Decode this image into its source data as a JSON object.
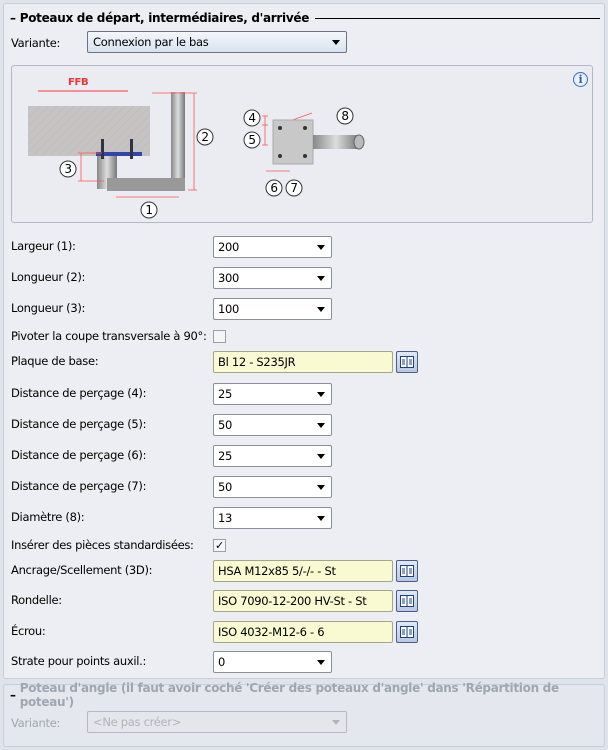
{
  "section1": {
    "title": "Poteaux de départ, intermédiaires, d'arrivée",
    "variant_label": "Variante:",
    "variant_value": "Connexion par le bas"
  },
  "diagram": {
    "ffb": "FFB",
    "callouts": [
      "1",
      "2",
      "3",
      "4",
      "5",
      "6",
      "7",
      "8"
    ],
    "info_icon": "info-icon"
  },
  "fields": [
    {
      "label": "Largeur (1):",
      "value": "200",
      "type": "select"
    },
    {
      "label": "Longueur (2):",
      "value": "300",
      "type": "select"
    },
    {
      "label": "Longueur (3):",
      "value": "100",
      "type": "select"
    },
    {
      "label": "Pivoter la coupe transversale à 90°:",
      "checked": false,
      "type": "checkbox"
    },
    {
      "label": "Plaque de base:",
      "value": "Bl 12 - S235JR",
      "type": "text"
    },
    {
      "label": "Distance de perçage (4):",
      "value": "25",
      "type": "select"
    },
    {
      "label": "Distance de perçage (5):",
      "value": "50",
      "type": "select"
    },
    {
      "label": "Distance de perçage (6):",
      "value": "25",
      "type": "select"
    },
    {
      "label": "Distance de perçage (7):",
      "value": "50",
      "type": "select"
    },
    {
      "label": "Diamètre (8):",
      "value": "13",
      "type": "select"
    },
    {
      "label": "Insérer des pièces standardisées:",
      "checked": true,
      "type": "checkbox",
      "mark": "✓"
    },
    {
      "label": "Ancrage/Scellement (3D):",
      "value": "HSA M12x85 5/-/- - St",
      "type": "text"
    },
    {
      "label": "Rondelle:",
      "value": "ISO 7090-12-200 HV-St - St",
      "type": "text"
    },
    {
      "label": "Écrou:",
      "value": "ISO 4032-M12-6 - 6",
      "type": "text"
    },
    {
      "label": "Strate pour points auxil.:",
      "value": "0",
      "type": "select"
    }
  ],
  "section2": {
    "title": "Poteau d'angle (il faut avoir coché 'Créer des poteaux d'angle' dans 'Répartition de poteau')",
    "variant_label": "Variante:",
    "variant_value": "<Ne pas créer>"
  }
}
